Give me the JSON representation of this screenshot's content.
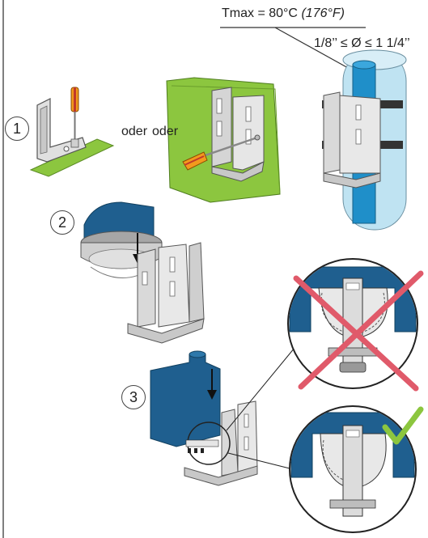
{
  "labels": {
    "tmax_prefix": "Tmax = 80°C ",
    "tmax_f": "(176°F)",
    "diameter": "1/8’’ ≤ Ø ≤ 1 1/4’’",
    "oder_1": "oder",
    "oder_2": "oder"
  },
  "steps": [
    "1",
    "2",
    "3"
  ],
  "colors": {
    "green_surface": "#8cc63f",
    "pipe_blue": "#1f8fc9",
    "sensor_blue": "#1f5f8f",
    "metal": "#d9d9d9",
    "screwdriver_orange": "#f29a1d",
    "cross_red": "#e05a6a",
    "check_green": "#8cc63f"
  },
  "icons": [
    "screwdriver-icon",
    "screw-icon",
    "cross-mark-icon",
    "check-mark-icon",
    "arrow-down-icon"
  ]
}
